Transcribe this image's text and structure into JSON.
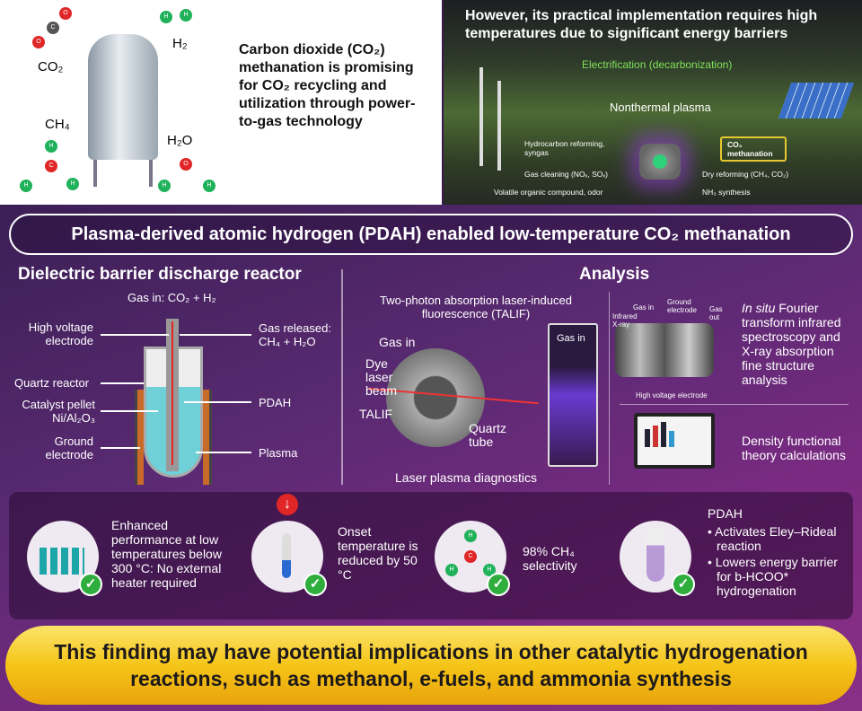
{
  "top_left": {
    "text": "Carbon dioxide (CO₂) methanation is promising for CO₂ recycling and utilization through power-to-gas technology",
    "molecules": {
      "co2": "CO₂",
      "h2": "H₂",
      "ch4": "CH₄",
      "h2o": "H₂O"
    }
  },
  "top_right": {
    "title": "However, its practical implementation requires high temperatures due to significant energy barriers",
    "electrification": "Electrification (decarbonization)",
    "nonthermal": "Nonthermal plasma",
    "apps": {
      "hydrocarbon": "Hydrocarbon reforming, syngas",
      "gas_cleaning": "Gas cleaning (NOₓ, SOₓ)",
      "voc": "Volatile organic compound, odor",
      "co2_meth": "CO₂ methanation",
      "dry_reforming": "Dry reforming (CH₄, CO₂)",
      "nh3": "NH₃ synthesis"
    }
  },
  "banner": "Plasma-derived atomic hydrogen (PDAH) enabled low-temperature CO₂ methanation",
  "reactor": {
    "heading": "Dielectric barrier discharge reactor",
    "gas_in": "Gas in: CO₂ + H₂",
    "hv_electrode": "High voltage electrode",
    "gas_released": "Gas released: CH₄ + H₂O",
    "quartz": "Quartz reactor",
    "catalyst": "Catalyst pellet Ni/Al₂O₃",
    "ground": "Ground electrode",
    "pdah": "PDAH",
    "plasma": "Plasma"
  },
  "analysis": {
    "heading": "Analysis",
    "talif_title": "Two-photon absorption laser-induced fluorescence (TALIF)",
    "gas_in": "Gas in",
    "dye": "Dye laser beam",
    "talif": "TALIF",
    "quartz_tube": "Quartz tube",
    "gas_in2": "Gas in",
    "laser_diag": "Laser plasma diagnostics",
    "cell_gas_in": "Gas in",
    "cell_ground": "Ground electrode",
    "cell_gas_out": "Gas out",
    "cell_ir": "Infrared X-ray",
    "cell_hv": "High voltage electrode",
    "insitu_em": "In situ",
    "insitu_rest": " Fourier transform infrared spectroscopy and X-ray absorption fine structure analysis",
    "dft": "Density functional theory calculations"
  },
  "features": [
    {
      "text": "Enhanced performance at low temperatures below 300 °C: No external heater required"
    },
    {
      "text": "Onset temperature is reduced by 50 °C"
    },
    {
      "text": "98% CH₄ selectivity"
    },
    {
      "title": "PDAH",
      "bullets": [
        "Activates Eley–Rideal reaction",
        "Lowers energy barrier for b-HCOO* hydrogenation"
      ]
    }
  ],
  "conclusion": "This finding may have potential implications in other catalytic hydrogenation reactions, such as methanol, e-fuels, and ammonia synthesis",
  "colors": {
    "purple": "#5a2a72",
    "yellow": "#f5c518",
    "green": "#2fae3e"
  }
}
